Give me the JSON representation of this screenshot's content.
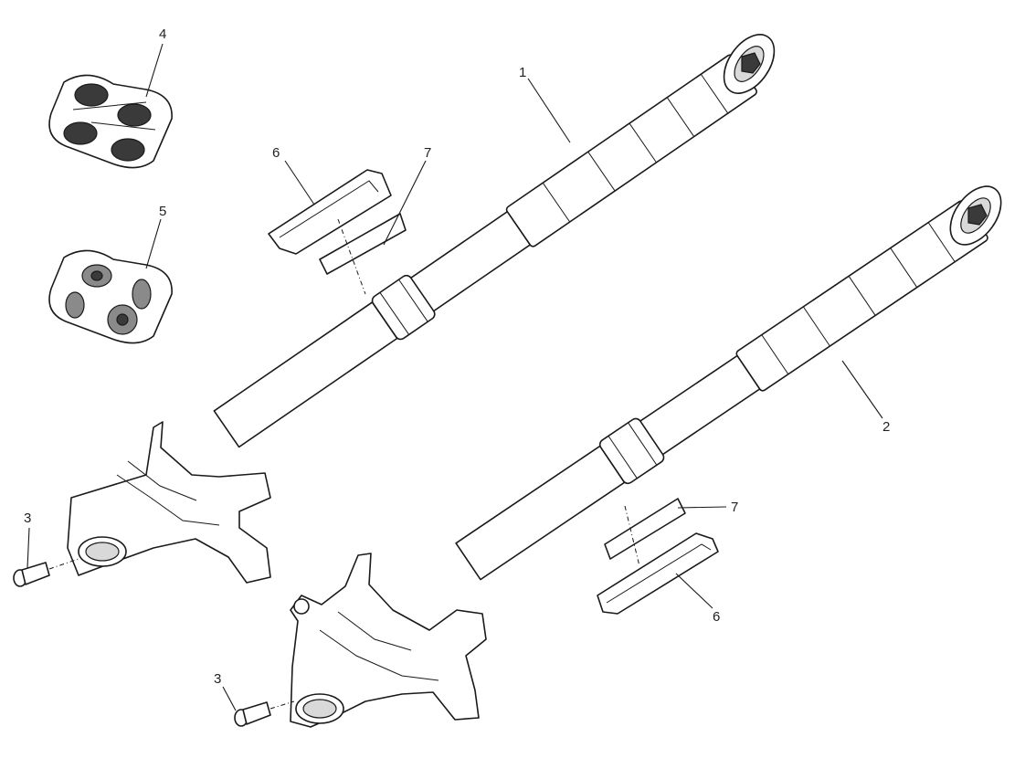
{
  "callouts": {
    "fork_left": "1",
    "fork_right": "2",
    "screw_left": "3",
    "screw_right": "3",
    "pad_set_4": "4",
    "pad_set_5": "5",
    "guard_top": "6",
    "strip_top": "7",
    "strip_bottom": "7",
    "guard_bottom": "6"
  }
}
